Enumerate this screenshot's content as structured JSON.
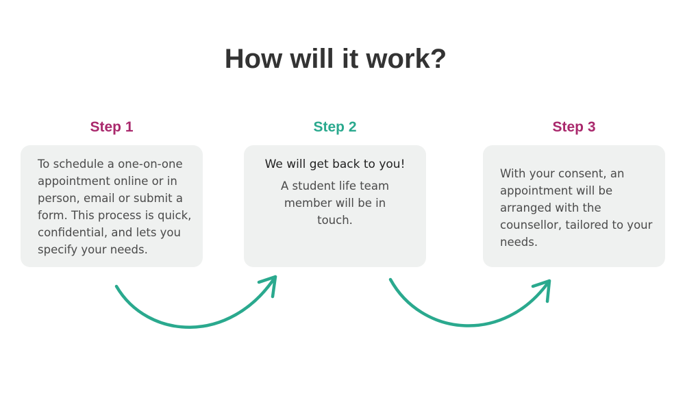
{
  "title": "How will it work?",
  "colors": {
    "accent_magenta": "#a9286c",
    "accent_teal": "#2aa98e",
    "card_background": "#eff1f0",
    "title_text": "#333333"
  },
  "steps": [
    {
      "label": "Step 1",
      "color": "#a9286c",
      "body_lines": [
        "To schedule a one-on-one",
        "appointment online or in",
        "person, email or submit a",
        "form. This process is quick,",
        "confidential, and lets you",
        "specify your needs."
      ]
    },
    {
      "label": "Step 2",
      "color": "#2aa98e",
      "heading": "We will get back to you!",
      "body_lines": [
        "A student life team",
        "member will be in",
        "touch."
      ]
    },
    {
      "label": "Step 3",
      "color": "#a9286c",
      "body_lines": [
        "With your consent, an",
        "appointment will be",
        "arranged with the",
        "counsellor, tailored to your",
        "needs."
      ]
    }
  ],
  "arrows": [
    {
      "from": "Step 1",
      "to": "Step 2",
      "icon": "curved-arrow-icon"
    },
    {
      "from": "Step 2",
      "to": "Step 3",
      "icon": "curved-arrow-icon"
    }
  ]
}
